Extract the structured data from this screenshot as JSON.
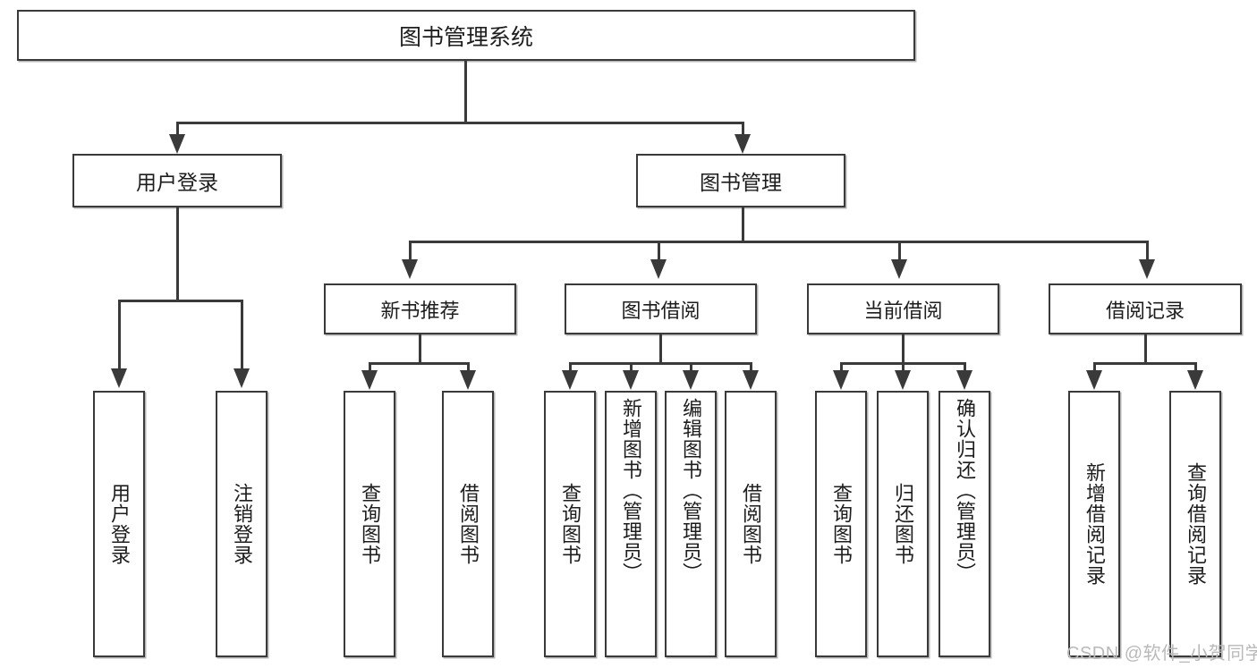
{
  "diagram": {
    "title": "图书管理系统",
    "type": "functional-decomposition-tree",
    "root": {
      "label": "图书管理系统"
    },
    "level1": [
      {
        "label": "用户登录"
      },
      {
        "label": "图书管理"
      }
    ],
    "level2": [
      {
        "label": "新书推荐"
      },
      {
        "label": "图书借阅"
      },
      {
        "label": "当前借阅"
      },
      {
        "label": "借阅记录"
      }
    ],
    "leaves": {
      "user_login": [
        {
          "label": "用户登录"
        },
        {
          "label": "注销登录"
        }
      ],
      "new_book_recommend": [
        {
          "label": "查询图书"
        },
        {
          "label": "借阅图书"
        }
      ],
      "book_borrow": [
        {
          "label": "查询图书"
        },
        {
          "label": "新增图书（管理员）"
        },
        {
          "label": "编辑图书（管理员）"
        },
        {
          "label": "借阅图书"
        }
      ],
      "current_borrow": [
        {
          "label": "查询图书"
        },
        {
          "label": "归还图书"
        },
        {
          "label": "确认归还（管理员）"
        }
      ],
      "borrow_record": [
        {
          "label": "新增借阅记录"
        },
        {
          "label": "查询借阅记录"
        }
      ]
    }
  },
  "watermark": {
    "text": "CSDN @软件_小贺同学"
  },
  "colors": {
    "stroke": "#3a3a3a",
    "background": "#ffffff",
    "text": "#1d1d1d",
    "watermark": "#b9b9b9"
  }
}
